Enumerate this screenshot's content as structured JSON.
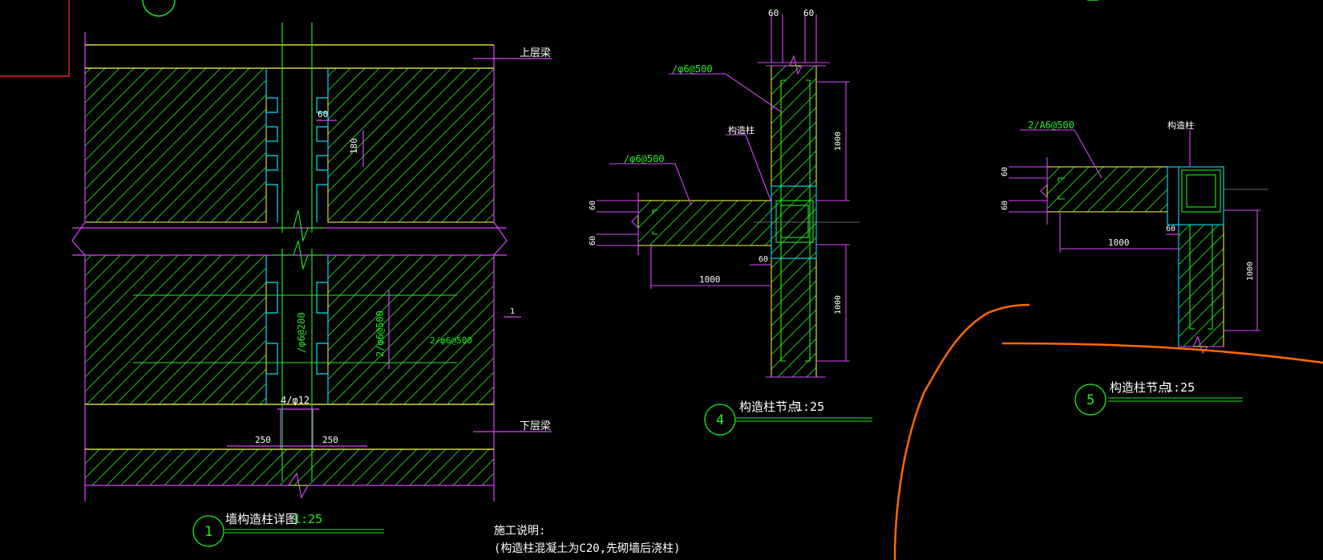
{
  "colors": {
    "background": "#000000",
    "yellow": "#ffff44",
    "magenta": "#dd44ff",
    "cyan": "#00e0ff",
    "green": "#22ee22",
    "white": "#ffffff",
    "red": "#ee2222",
    "orange": "#ff6a00"
  },
  "detail1": {
    "title": "墙构造柱详图",
    "scale": "1:25",
    "number": "1",
    "upper_beam": "上层梁",
    "lower_beam": "下层梁",
    "dim_60": "60",
    "dim_180": "180",
    "tie_col": "2/φ6@500",
    "tie_bars": "2/φ6@500",
    "stirrup": "/φ6@200",
    "main_bars": "4/φ12",
    "dim_250_left": "250",
    "dim_250_right": "250",
    "section_mark": "1"
  },
  "detail4": {
    "title": "构造柱节点",
    "scale": "1:25",
    "number": "4",
    "dim_top_left": "60",
    "dim_top_right": "60",
    "tie_upper": "/φ6@500",
    "column_label": "构造柱",
    "tie_left": "/φ6@500",
    "dim_left_top": "60",
    "dim_left_bottom": "60",
    "dim_horiz_1000": "1000",
    "dim_mid_60": "60",
    "dim_vert_top_1000": "1000",
    "dim_vert_bottom_1000": "1000"
  },
  "detail5": {
    "title": "构造柱节点",
    "scale": "1:25",
    "number": "5",
    "tie": "2/A6@500",
    "column_label": "构造柱",
    "dim_left_top": "60",
    "dim_left_bottom": "60",
    "dim_60": "60",
    "dim_horiz_1000": "1000",
    "dim_vert_1000": "1000"
  },
  "notes": {
    "heading": "施工说明:",
    "body": "(构造柱混凝土为C20,先砌墙后浇柱)"
  }
}
